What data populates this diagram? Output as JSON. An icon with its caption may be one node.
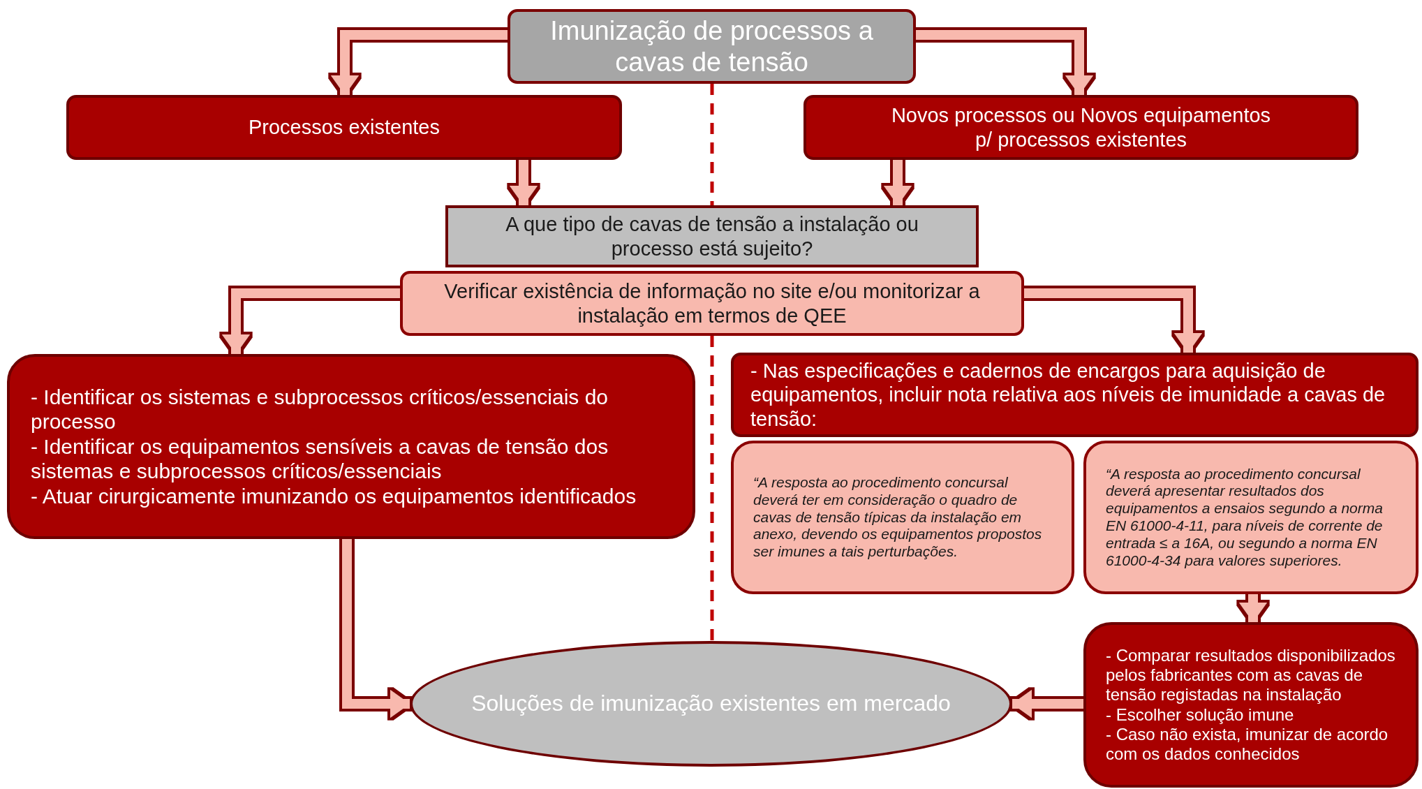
{
  "diagram": {
    "nodes": [
      {
        "text": [
          "Imunização de processos a cavas de tensão"
        ]
      },
      {
        "text": [
          "Processos existentes"
        ]
      },
      {
        "text": [
          "Novos processos ou Novos equipamentos p/ processos existentes"
        ]
      },
      {
        "text": [
          "A que tipo de cavas de tensão a instalação ou processo está sujeito?"
        ]
      },
      {
        "text": [
          "Verificar existência de informação no site e/ou monitorizar a instalação em termos de QEE"
        ]
      },
      {
        "text": [
          "- Identificar os sistemas e subprocessos críticos/essenciais do processo",
          "- Identificar os equipamentos sensíveis a cavas de tensão dos sistemas e subprocessos críticos/essenciais",
          "- Atuar cirurgicamente imunizando os equipamentos identificados"
        ]
      },
      {
        "text": [
          "- Nas especificações e cadernos de encargos para aquisição de equipamentos, incluir nota relativa aos níveis de imunidade a cavas de tensão:"
        ]
      },
      {
        "text": [
          "“A resposta ao procedimento concursal deverá ter em consideração o quadro de cavas de tensão típicas da instalação em anexo, devendo os equipamentos propostos ser imunes a tais perturbações."
        ]
      },
      {
        "text": [
          "“A resposta ao procedimento concursal deverá apresentar resultados dos equipamentos a ensaios segundo a norma EN 61000-4-11, para níveis de corrente de entrada ≤ a 16A, ou segundo a norma EN 61000-4-34 para valores superiores."
        ]
      },
      {
        "text": [
          "- Comparar resultados disponibilizados pelos fabricantes com as cavas de tensão registadas na instalação",
          "- Escolher solução imune",
          "- Caso não exista, imunizar de acordo com os dados conhecidos"
        ]
      },
      {
        "text": [
          "Soluções de imunização existentes em mercado"
        ]
      }
    ],
    "edges": [
      {
        "from": 0,
        "to": 1,
        "arrow": "to"
      },
      {
        "from": 0,
        "to": 2,
        "arrow": "to"
      },
      {
        "from": 1,
        "to": 3,
        "arrow": "to"
      },
      {
        "from": 2,
        "to": 3,
        "arrow": "to"
      },
      {
        "from": 4,
        "to": 5,
        "arrow": "to"
      },
      {
        "from": 4,
        "to": 6,
        "arrow": "to"
      },
      {
        "from": 8,
        "to": 9,
        "arrow": "to"
      },
      {
        "from": 5,
        "to": 10,
        "arrow": "to"
      },
      {
        "from": 9,
        "to": 10,
        "arrow": "to"
      }
    ]
  }
}
